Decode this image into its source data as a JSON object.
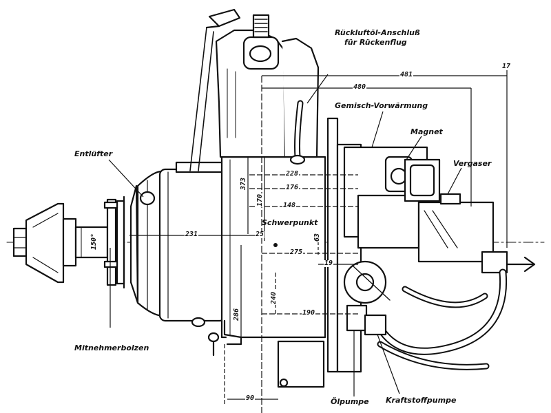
{
  "labels": {
    "rueckluft": "Rückluftöl-Anschluß",
    "rueckluft2": "für Rückenflug",
    "gemisch": "Gemisch-Vorwärmung",
    "magnet": "Magnet",
    "vergaser": "Vergaser",
    "entlufter": "Entlüfter",
    "schwerpunkt": "Schwerpunkt",
    "mitnehmer": "Mitnehmerbolzen",
    "oelpumpe": "Ölpumpe",
    "kraftstoff": "Kraftstoffpumpe"
  },
  "dimensions": {
    "d481": "481",
    "d480": "480",
    "d17": "17",
    "d228": "228",
    "d176": "176",
    "d148": "148",
    "d231": "231",
    "d25": "25",
    "d275": "275",
    "d19": "19",
    "d190": "190",
    "d90": "90",
    "d373": "373",
    "d170": "170",
    "d63": "63",
    "d286": "286",
    "d240": "240",
    "d150": "150°"
  }
}
